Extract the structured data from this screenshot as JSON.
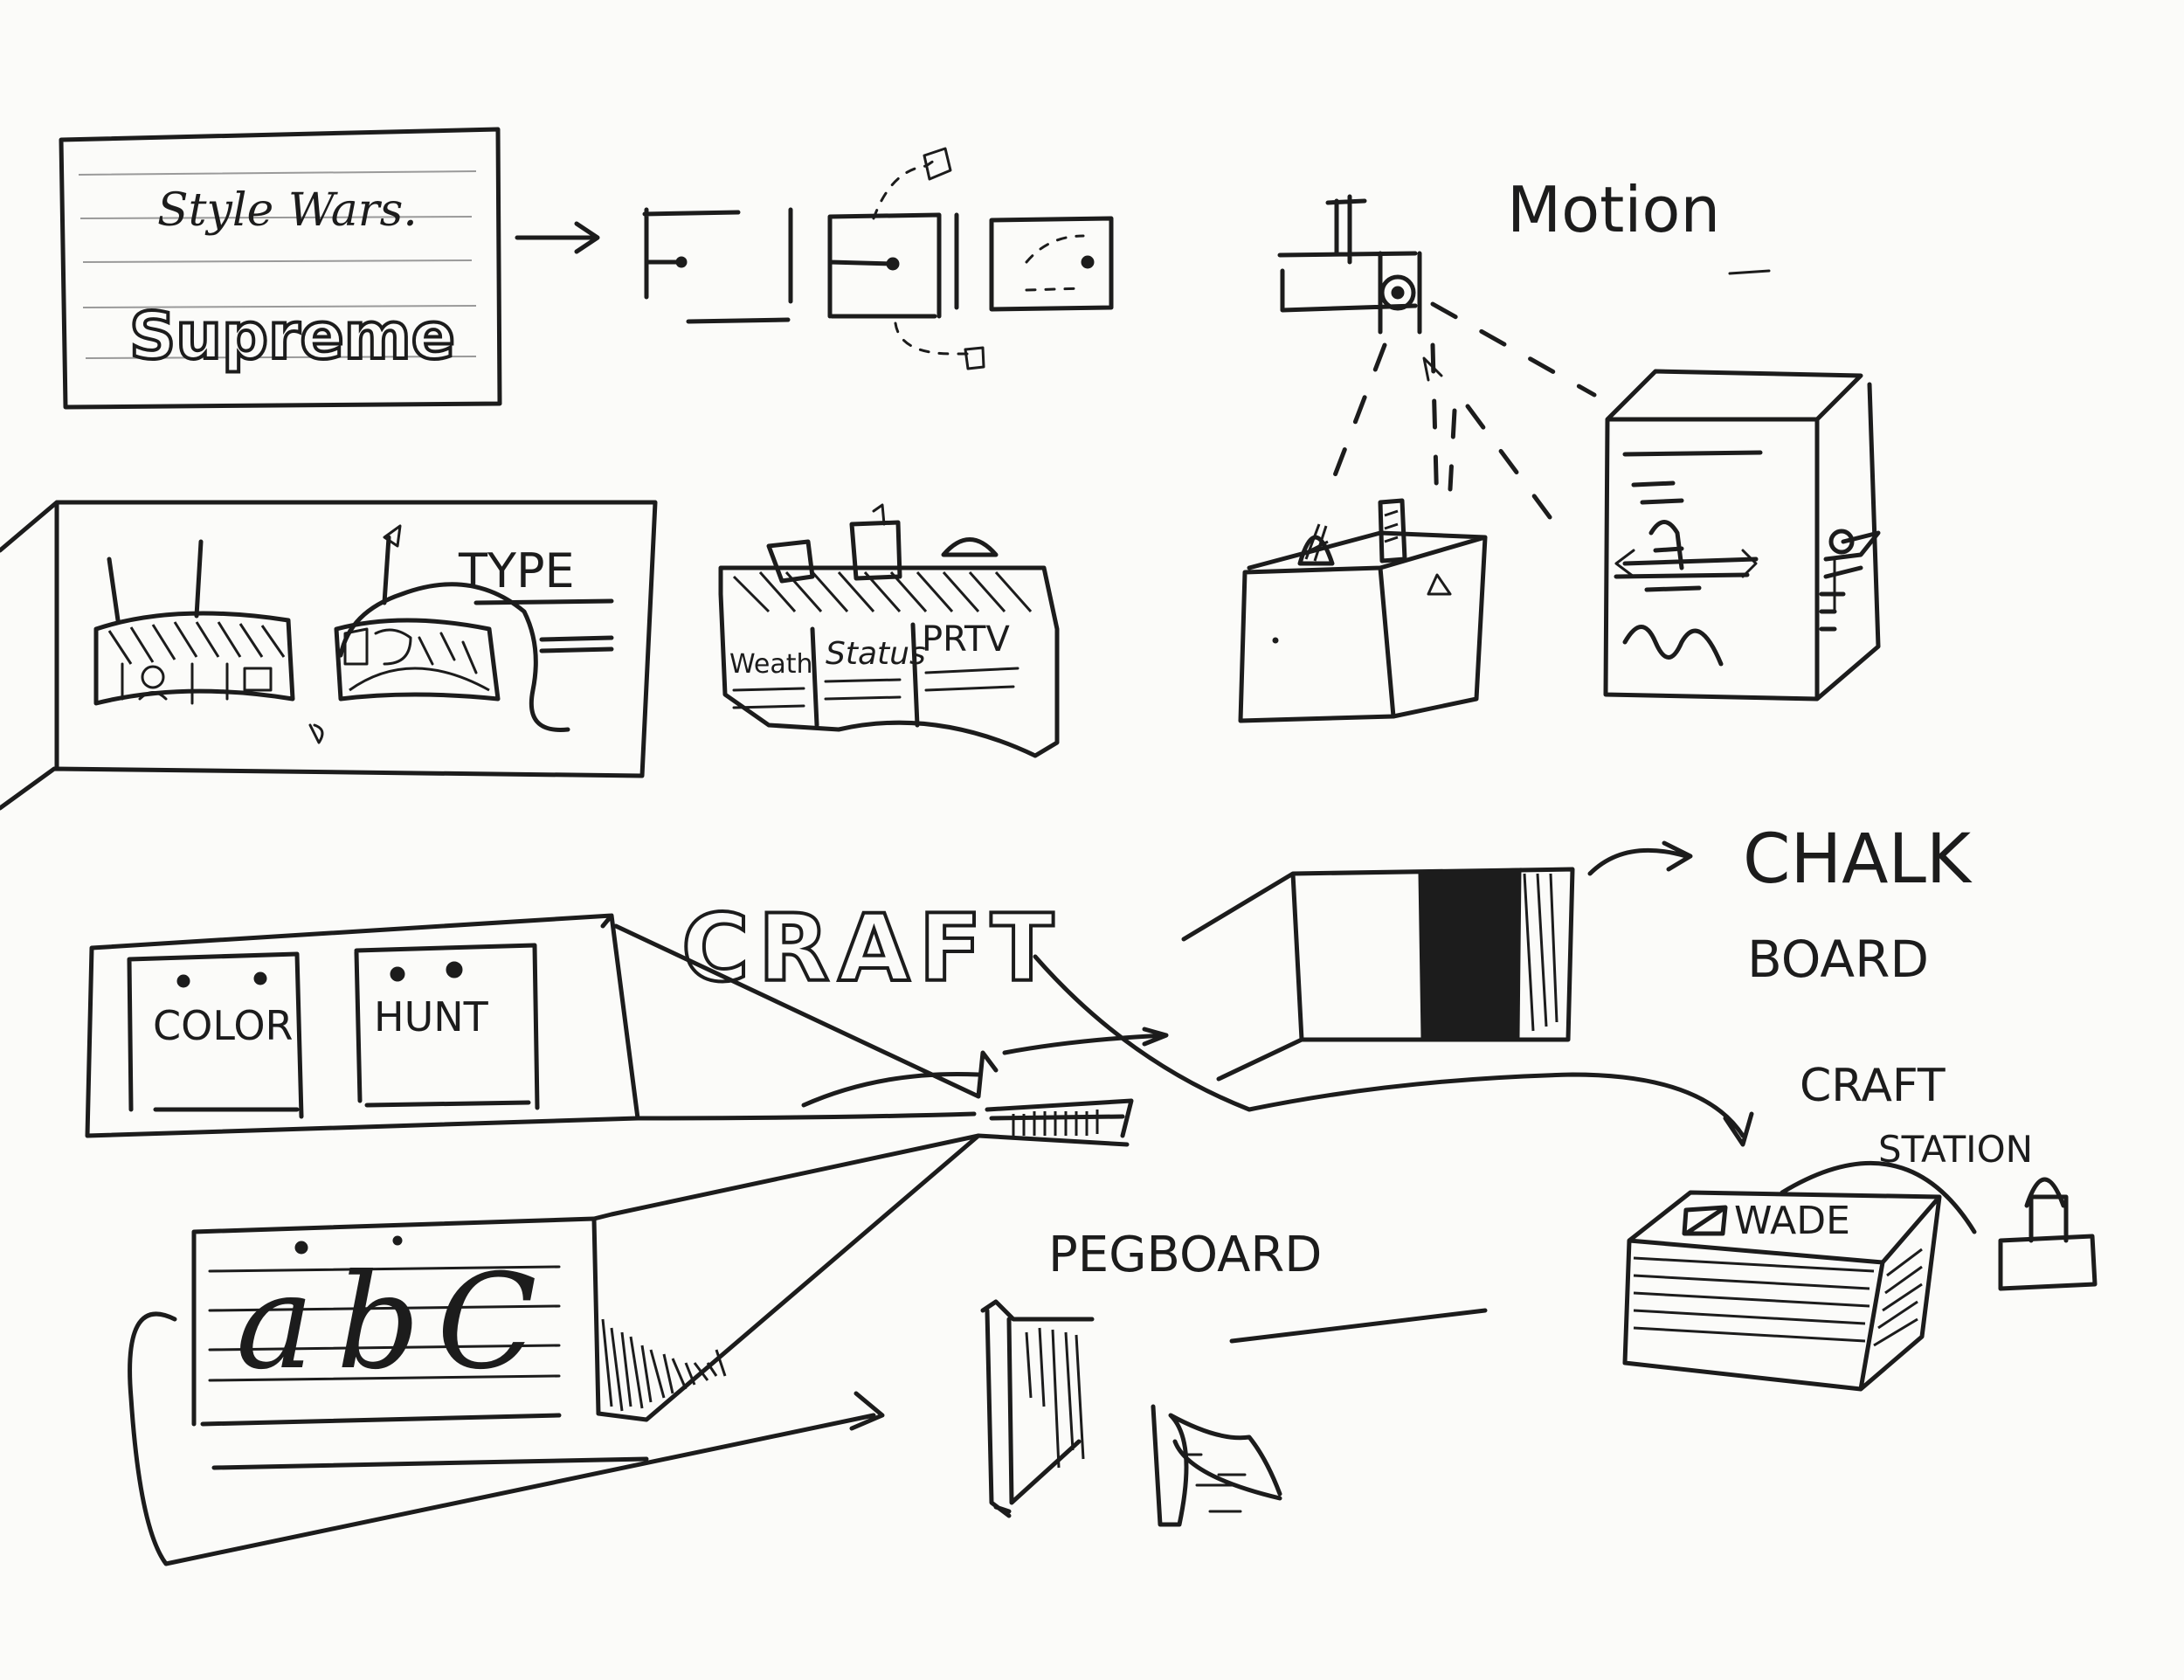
{
  "labels": {
    "style_wars": "Style Wars.",
    "supreme": "Supreme",
    "motion": "Motion",
    "type": "TYPE",
    "weath": "Weath",
    "status": "Status",
    "prtv": "PRTV",
    "craft": "CRAFT",
    "chalk": "CHALK",
    "board": "BOARD",
    "color": "COLOR",
    "hunt": "HUNT",
    "craft_station_1": "CRAFT",
    "craft_station_2": "STATION",
    "wade": "WADE",
    "pegboard": "PEGBOARD",
    "a": "a",
    "b": "b",
    "c": "C"
  }
}
